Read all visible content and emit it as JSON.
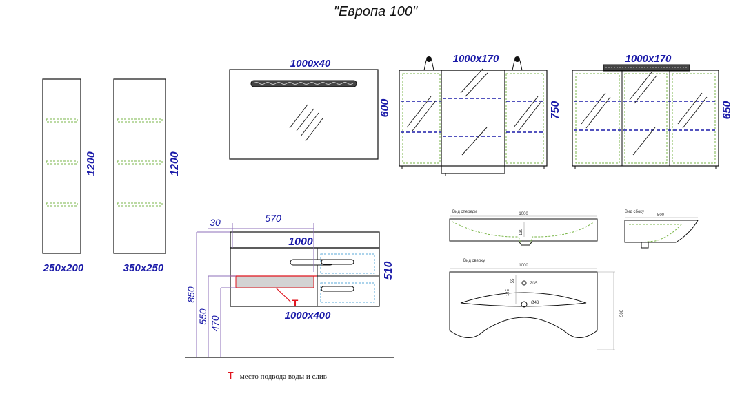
{
  "title": "\"Европа 100\"",
  "columns": {
    "col1": {
      "height": "1200",
      "size": "250x200"
    },
    "col2": {
      "height": "1200",
      "size": "350x250"
    }
  },
  "mirror": {
    "size": "1000x40",
    "height": "600"
  },
  "cabinet_lamps": {
    "size": "1000x170",
    "height": "750"
  },
  "cabinet_strip": {
    "size": "1000x170",
    "height": "650"
  },
  "vanity": {
    "offset": "30",
    "depth": "570",
    "width": "1000",
    "side": "510",
    "size": "1000x400",
    "marker": "T",
    "heights": [
      "850",
      "550",
      "470"
    ]
  },
  "basin": {
    "front_label": "Вид спереди",
    "front_width": "1000",
    "front_depth": "130",
    "side_label": "Вид сбоку",
    "side_width": "500",
    "top_label": "Вид сверху",
    "top_width": "1000",
    "top_depth": "500",
    "hole1": "Ø35",
    "hole2": "Ø43",
    "d1": "55",
    "d2": "145"
  },
  "legend": {
    "marker": "T",
    "text": " - место подвода воды и слив"
  },
  "colors": {
    "dim": "#1a1aa8",
    "shelf": "#7ab648",
    "marker": "#e0141e"
  }
}
